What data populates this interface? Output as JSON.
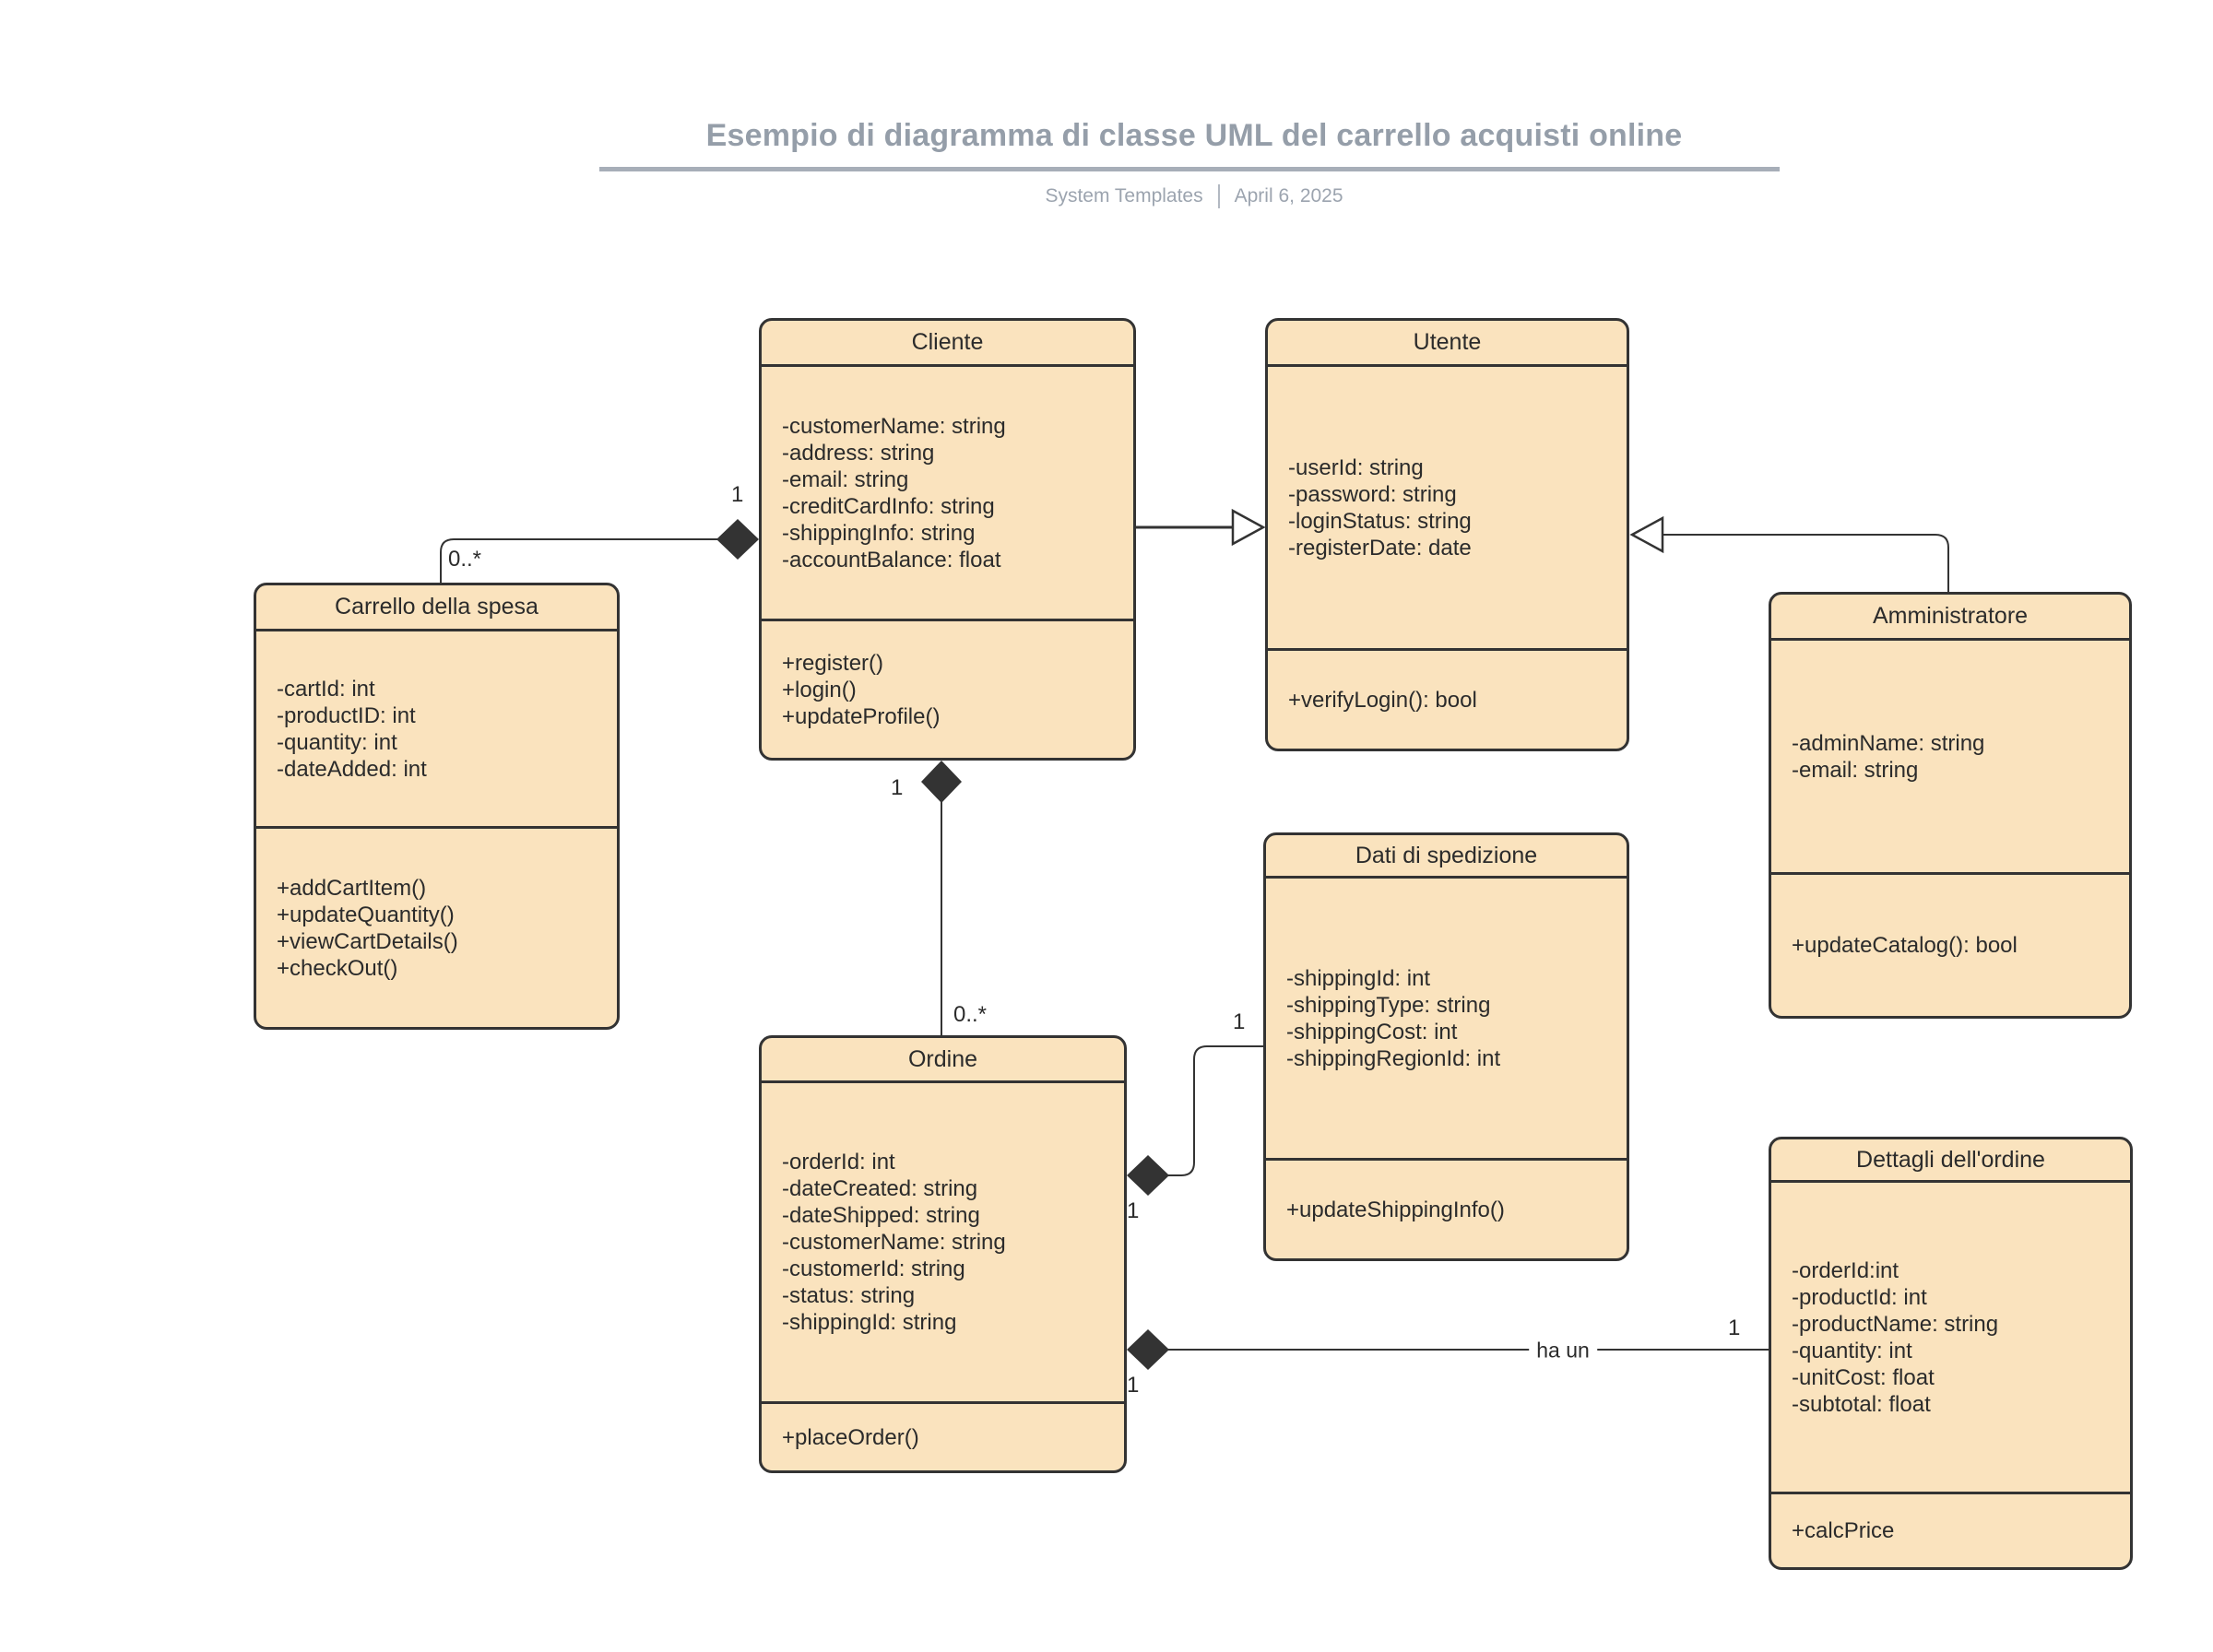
{
  "header": {
    "title": "Esempio di diagramma di classe UML del carrello acquisti online",
    "source": "System Templates",
    "date": "April 6, 2025"
  },
  "classes": {
    "cliente": {
      "name": "Cliente",
      "attributes": [
        "-customerName: string",
        "-address: string",
        "-email: string",
        "-creditCardInfo: string",
        "-shippingInfo: string",
        "-accountBalance: float"
      ],
      "methods": [
        "+register()",
        "+login()",
        "+updateProfile()"
      ]
    },
    "utente": {
      "name": "Utente",
      "attributes": [
        "-userId: string",
        "-password: string",
        "-loginStatus: string",
        "-registerDate: date"
      ],
      "methods": [
        "+verifyLogin(): bool"
      ]
    },
    "carrello": {
      "name": "Carrello della spesa",
      "attributes": [
        "-cartId: int",
        "-productID: int",
        "-quantity: int",
        "-dateAdded: int"
      ],
      "methods": [
        "+addCartItem()",
        "+updateQuantity()",
        "+viewCartDetails()",
        "+checkOut()"
      ]
    },
    "amministratore": {
      "name": "Amministratore",
      "attributes": [
        "-adminName: string",
        "-email: string"
      ],
      "methods": [
        "+updateCatalog(): bool"
      ]
    },
    "spedizione": {
      "name": "Dati di spedizione",
      "attributes": [
        "-shippingId: int",
        "-shippingType: string",
        "-shippingCost: int",
        "-shippingRegionId: int"
      ],
      "methods": [
        "+updateShippingInfo()"
      ]
    },
    "ordine": {
      "name": "Ordine",
      "attributes": [
        "-orderId: int",
        "-dateCreated: string",
        "-dateShipped: string",
        "-customerName: string",
        "-customerId: string",
        "-status: string",
        "-shippingId: string"
      ],
      "methods": [
        "+placeOrder()"
      ]
    },
    "dettagli": {
      "name": "Dettagli dell'ordine",
      "attributes": [
        "-orderId:int",
        "-productId: int",
        "-productName: string",
        "-quantity: int",
        "-unitCost: float",
        "-subtotal: float"
      ],
      "methods": [
        "+calcPrice"
      ]
    }
  },
  "relationships": {
    "cliente_carrello": {
      "cliente_mult": "1",
      "carrello_mult": "0..*"
    },
    "cliente_ordine": {
      "cliente_mult": "1",
      "ordine_mult": "0..*"
    },
    "ordine_spedizione": {
      "ordine_mult": "1",
      "spedizione_mult": "1"
    },
    "ordine_dettagli": {
      "ordine_mult": "1",
      "dettagli_mult": "1",
      "label": "ha un"
    }
  },
  "colors": {
    "class_fill": "#FAE3BE",
    "stroke": "#333333",
    "heading_gray": "#959EA9"
  }
}
